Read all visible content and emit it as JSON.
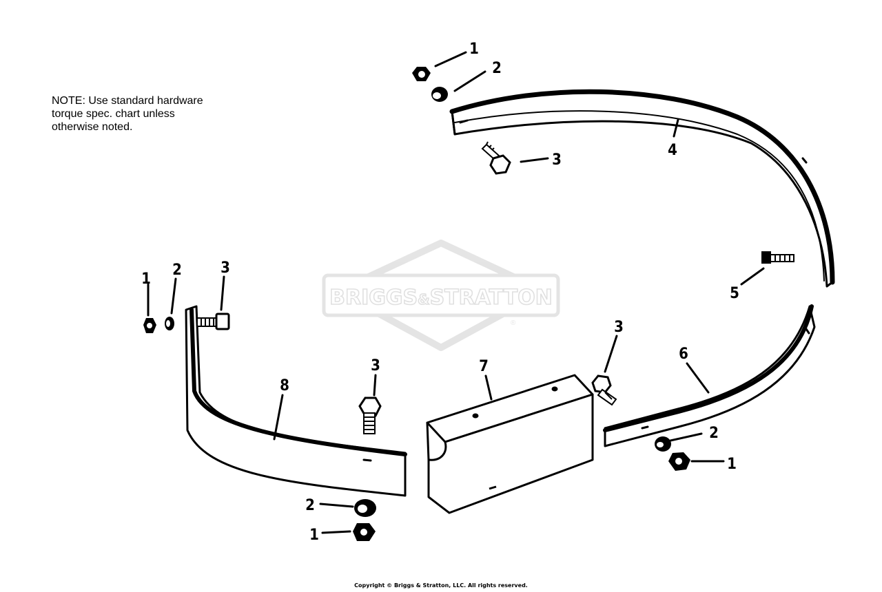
{
  "note": {
    "lines": [
      "NOTE: Use standard hardware",
      "torque spec. chart unless",
      "otherwise noted."
    ]
  },
  "watermark": {
    "brand_left": "BRIGGS",
    "brand_amp": "&",
    "brand_right": "STRATTON",
    "registered": "®"
  },
  "callouts": {
    "c1_top": "1",
    "c2_top": "2",
    "c3_top": "3",
    "c4": "4",
    "c5": "5",
    "c1_left": "1",
    "c2_left": "2",
    "c3_left": "3",
    "c8": "8",
    "c3_mid": "3",
    "c7": "7",
    "c3_right": "3",
    "c6": "6",
    "c2_right": "2",
    "c1_right": "1",
    "c2_bottom": "2",
    "c1_bottom": "1"
  },
  "copyright": "Copyright © Briggs & Stratton, LLC. All rights reserved."
}
